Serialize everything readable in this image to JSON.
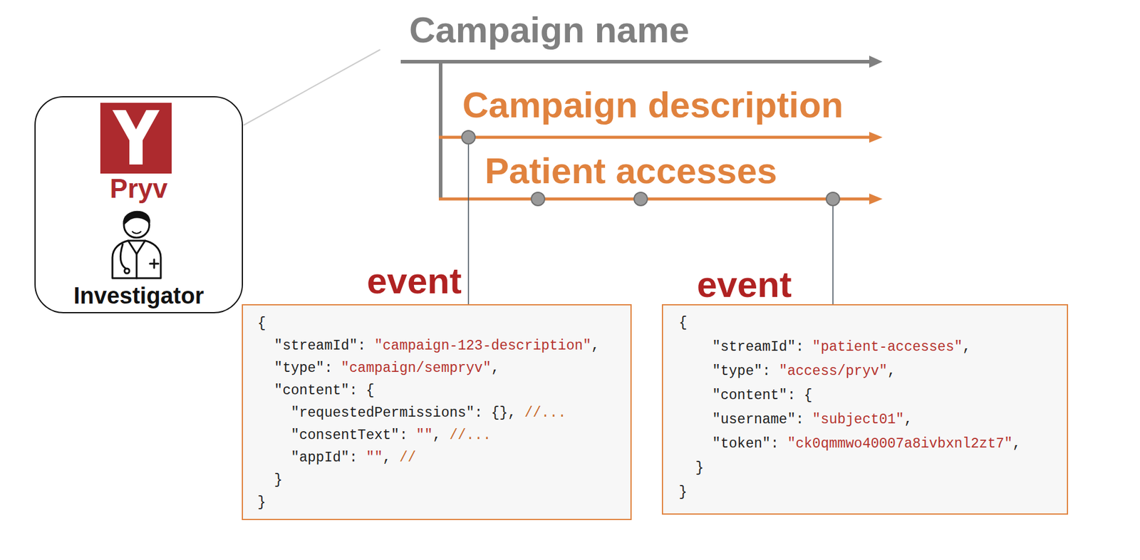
{
  "diagram": {
    "nodes": [
      {
        "text": [
          "Pryv",
          "Investigator"
        ]
      },
      {
        "text": [
          "event",
          "{",
          "\"streamId\":",
          "\"campaign-123-description\"",
          ",",
          "\"type\":",
          "\"campaign/sempryv\"",
          ",",
          "\"content\":",
          "{",
          "\"requestedPermissions\":",
          "{},",
          "//...",
          "\"consentText\":",
          "\"\"",
          ",",
          "//...",
          "\"appId\":",
          "\"\"",
          ",",
          "//",
          "}",
          "}"
        ]
      },
      {
        "text": [
          "event",
          "{",
          "\"streamId\":",
          "\"patient-accesses\"",
          ",",
          "\"type\":",
          "\"access/pryv\"",
          ",",
          "\"content\":",
          "{",
          "\"username\":",
          "\"subject01\"",
          ",",
          "\"token\":",
          "\"ck0qmmwo40007a8ivbxnl2zt7\"",
          ",",
          "}",
          "}"
        ]
      }
    ],
    "labels": [
      "Campaign name",
      "Campaign description",
      "Patient accesses"
    ]
  }
}
